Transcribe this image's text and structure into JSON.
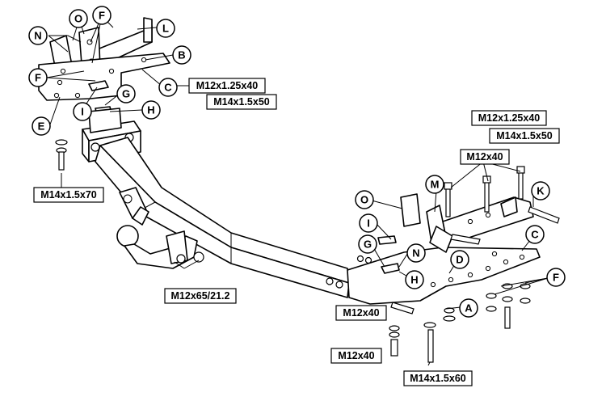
{
  "callouts": {
    "n_top": "N",
    "o_top": "O",
    "f_top": "F",
    "l": "L",
    "b": "B",
    "f_left": "F",
    "c_top": "C",
    "i_top": "I",
    "g_top": "G",
    "h_top": "H",
    "e": "E",
    "o_right": "O",
    "m": "M",
    "k": "K",
    "i_right": "I",
    "g_right": "G",
    "n_right": "N",
    "h_right": "H",
    "c_right": "C",
    "d": "D",
    "f_right": "F",
    "a": "A"
  },
  "specs": {
    "top_left_1": "M12x1.25x40",
    "top_left_2": "M14x1.5x50",
    "left_bolt": "M14x1.5x70",
    "ball_bolt": "M12x65/21.2",
    "top_right_1": "M12x1.25x40",
    "top_right_2": "M14x1.5x50",
    "right_bolts": "M12x40",
    "bottom_1": "M12x40",
    "bottom_2": "M12x40",
    "bottom_3": "M14x1.5x60"
  }
}
